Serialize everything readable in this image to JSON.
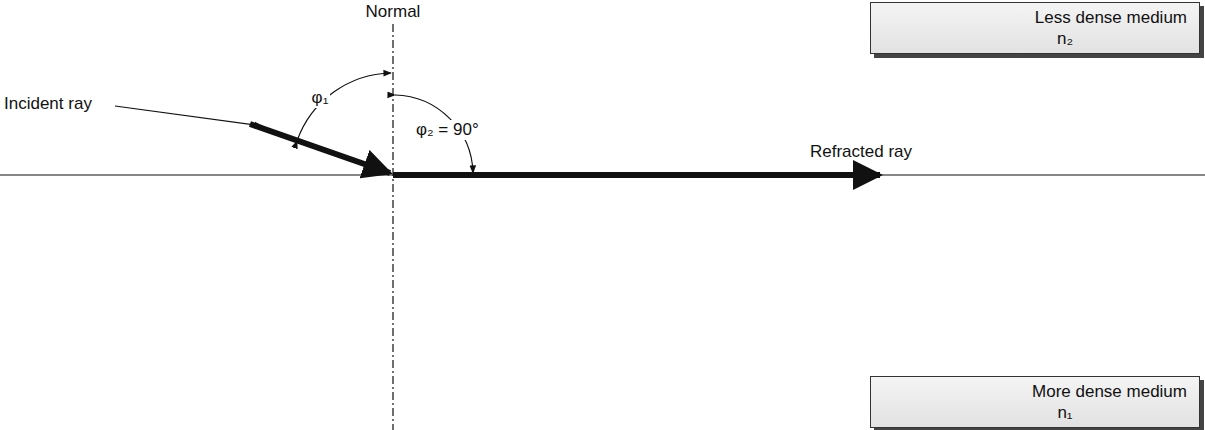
{
  "diagram": {
    "nodes": [
      {
        "text": [
          "Less dense medium",
          "n₂"
        ]
      },
      {
        "text": [
          "More dense medium",
          "n₁"
        ]
      }
    ],
    "labels": [
      "Normal",
      "Incident ray",
      "φ₁",
      "φ₂ = 90°",
      "Refracted ray"
    ]
  }
}
